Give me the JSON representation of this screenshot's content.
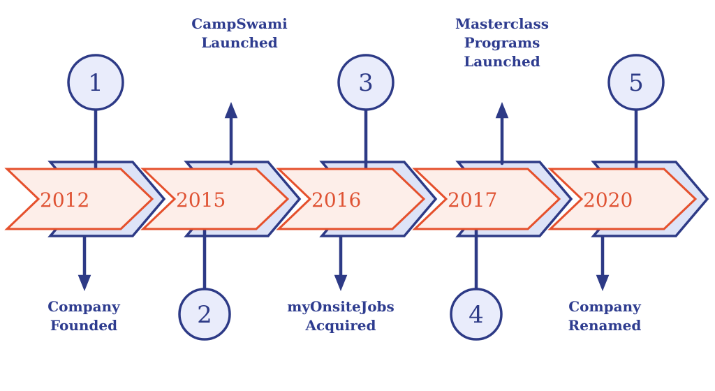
{
  "diagram": {
    "type": "timeline",
    "events": [
      {
        "number": "1",
        "year": "2012",
        "label_lines": [
          "Company",
          "Founded"
        ],
        "circle_position": "top",
        "label_position": "bottom"
      },
      {
        "number": "2",
        "year": "2015",
        "label_lines": [
          "CampSwami",
          "Launched"
        ],
        "circle_position": "bottom",
        "label_position": "top"
      },
      {
        "number": "3",
        "year": "2016",
        "label_lines": [
          "myOnsiteJobs",
          "Acquired"
        ],
        "circle_position": "top",
        "label_position": "bottom"
      },
      {
        "number": "4",
        "year": "2017",
        "label_lines": [
          "Masterclass",
          "Programs",
          "Launched"
        ],
        "circle_position": "bottom",
        "label_position": "top"
      },
      {
        "number": "5",
        "year": "2020",
        "label_lines": [
          "Company",
          "Renamed"
        ],
        "circle_position": "top",
        "label_position": "bottom"
      }
    ],
    "colors": {
      "navy": "#2d3a86",
      "orange_stroke": "#e5502c",
      "orange_text": "#df5334",
      "arrow_fill_pink": "#fdeee9",
      "shadow_fill_lavender": "#dde3f7",
      "circle_fill": "#e9ecfb",
      "background": "#ffffff"
    }
  }
}
